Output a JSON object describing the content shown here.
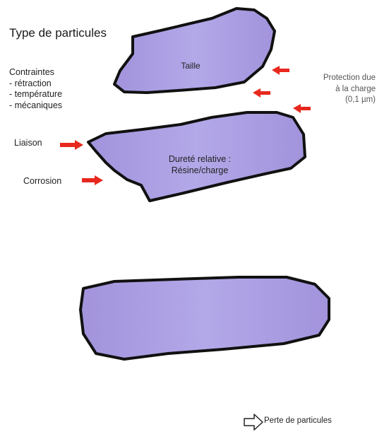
{
  "title": "Type de particules",
  "constraints": {
    "heading": "Contraintes",
    "items": [
      "- rétraction",
      "- température",
      "- mécaniques"
    ]
  },
  "labels": {
    "taille": "Taille",
    "durete_line1": "Dureté relative :",
    "durete_line2": "Résine/charge",
    "liaison": "Liaison",
    "corrosion": "Corrosion",
    "protection_line1": "Protection due",
    "protection_line2": "à la charge",
    "protection_line3": "(0,1 µm)",
    "perte": "Perte de particules"
  },
  "colors": {
    "particle_fill": "#a89be0",
    "particle_stroke": "#111111",
    "arrow": "#e8281e",
    "legend_arrow_fill": "#ffffff"
  },
  "icons": {
    "red_arrow": "arrow-left-icon",
    "legend_arrow": "hollow-arrow-right-icon"
  }
}
